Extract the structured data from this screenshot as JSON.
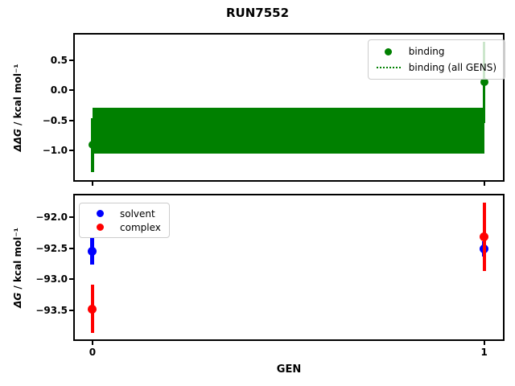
{
  "figure": {
    "suptitle": "RUN7552",
    "background": "#ffffff",
    "text_color": "#000000"
  },
  "top_plot": {
    "ylabel_math": "ΔΔG",
    "ylabel_unit": " / kcal mol⁻¹",
    "yticklabels": [
      "0.5",
      "0.0",
      "−0.5",
      "−1.0"
    ],
    "legend": {
      "items": [
        {
          "label": "binding",
          "marker": "dot",
          "color": "#008000"
        },
        {
          "label": "binding (all GENS)",
          "marker": "dotted-line",
          "color": "#008000"
        }
      ]
    }
  },
  "bottom_plot": {
    "ylabel_math": "ΔG",
    "ylabel_unit": " / kcal mol⁻¹",
    "xlabel": "GEN",
    "xticklabels": [
      "0",
      "1"
    ],
    "yticklabels": [
      "−92.0",
      "−92.5",
      "−93.0",
      "−93.5"
    ],
    "legend": {
      "items": [
        {
          "label": "solvent",
          "marker": "dot",
          "color": "#0000ff"
        },
        {
          "label": "complex",
          "marker": "dot",
          "color": "#ff0000"
        }
      ]
    }
  },
  "chart_data": [
    {
      "type": "scatter",
      "title": "RUN7552",
      "ylabel": "ΔΔG / kcal mol⁻¹",
      "xlim": [
        -0.045,
        1.048
      ],
      "ylim": [
        -1.49,
        0.92
      ],
      "xticks": [
        0,
        1
      ],
      "yticks": [
        0.5,
        0.0,
        -0.5,
        -1.0
      ],
      "grid": false,
      "legend_position": "upper right",
      "series": [
        {
          "name": "binding",
          "color": "#008000",
          "x": [
            0,
            1
          ],
          "y": [
            -0.91,
            0.13
          ],
          "yerr": [
            0.45,
            0.67
          ]
        }
      ],
      "band": {
        "name": "binding (all GENS)",
        "color": "#008000",
        "x": [
          0,
          1
        ],
        "y_top": -0.29,
        "y_bottom": -1.05,
        "y_mean": -0.67
      }
    },
    {
      "type": "scatter",
      "xlabel": "GEN",
      "ylabel": "ΔG / kcal mol⁻¹",
      "xlim": [
        -0.045,
        1.048
      ],
      "ylim": [
        -93.97,
        -91.65
      ],
      "xticks": [
        0,
        1
      ],
      "xticklabels": [
        "0",
        "1"
      ],
      "yticks": [
        -92.0,
        -92.5,
        -93.0,
        -93.5
      ],
      "grid": false,
      "legend_position": "upper left",
      "series": [
        {
          "name": "solvent",
          "color": "#0000ff",
          "x": [
            0,
            1
          ],
          "y": [
            -92.55,
            -92.51
          ],
          "yerr": [
            0.22,
            0.12
          ]
        },
        {
          "name": "complex",
          "color": "#ff0000",
          "x": [
            0,
            1
          ],
          "y": [
            -93.48,
            -92.32
          ],
          "yerr": [
            0.39,
            0.55
          ]
        }
      ]
    }
  ]
}
